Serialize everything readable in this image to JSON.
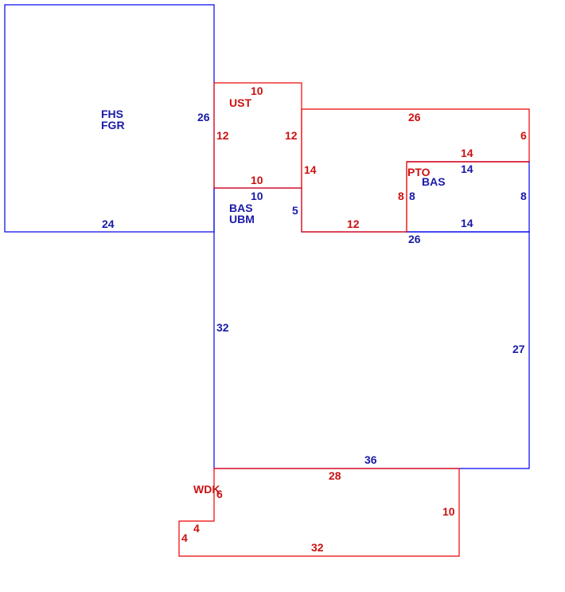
{
  "colors": {
    "blue": "#0000ee",
    "red": "#ee0000",
    "blue_text": "#1a1aa8",
    "red_text": "#cc1111"
  },
  "areas": {
    "garage_code1": "FHS",
    "garage_code2": "FGR",
    "upper_story_code": "UST",
    "base_code1": "BAS",
    "base_code2": "UBM",
    "patio_code": "PTO",
    "patio_base_code": "BAS",
    "deck_code": "WDK"
  },
  "dimensions": {
    "garage_bottom": "24",
    "garage_right": "26",
    "ust_top": "10",
    "ust_left": "12",
    "ust_right": "12",
    "ust_bottom": "10",
    "base_notch_top": "10",
    "base_notch_right": "5",
    "base_left": "32",
    "base_right": "27",
    "base_bottom": "36",
    "ext_top": "26",
    "ext_right": "6",
    "ext_left": "14",
    "ext_bottom": "12",
    "pto_top": "14",
    "pto_left": "8",
    "bas_top": "14",
    "bas_left": "8",
    "bas_right": "8",
    "bas_bottom": "14",
    "base_top_right": "26",
    "deck_top": "28",
    "deck_right": "10",
    "deck_left": "6",
    "deck_step_top": "4",
    "deck_step_left": "4",
    "deck_bottom": "32"
  }
}
